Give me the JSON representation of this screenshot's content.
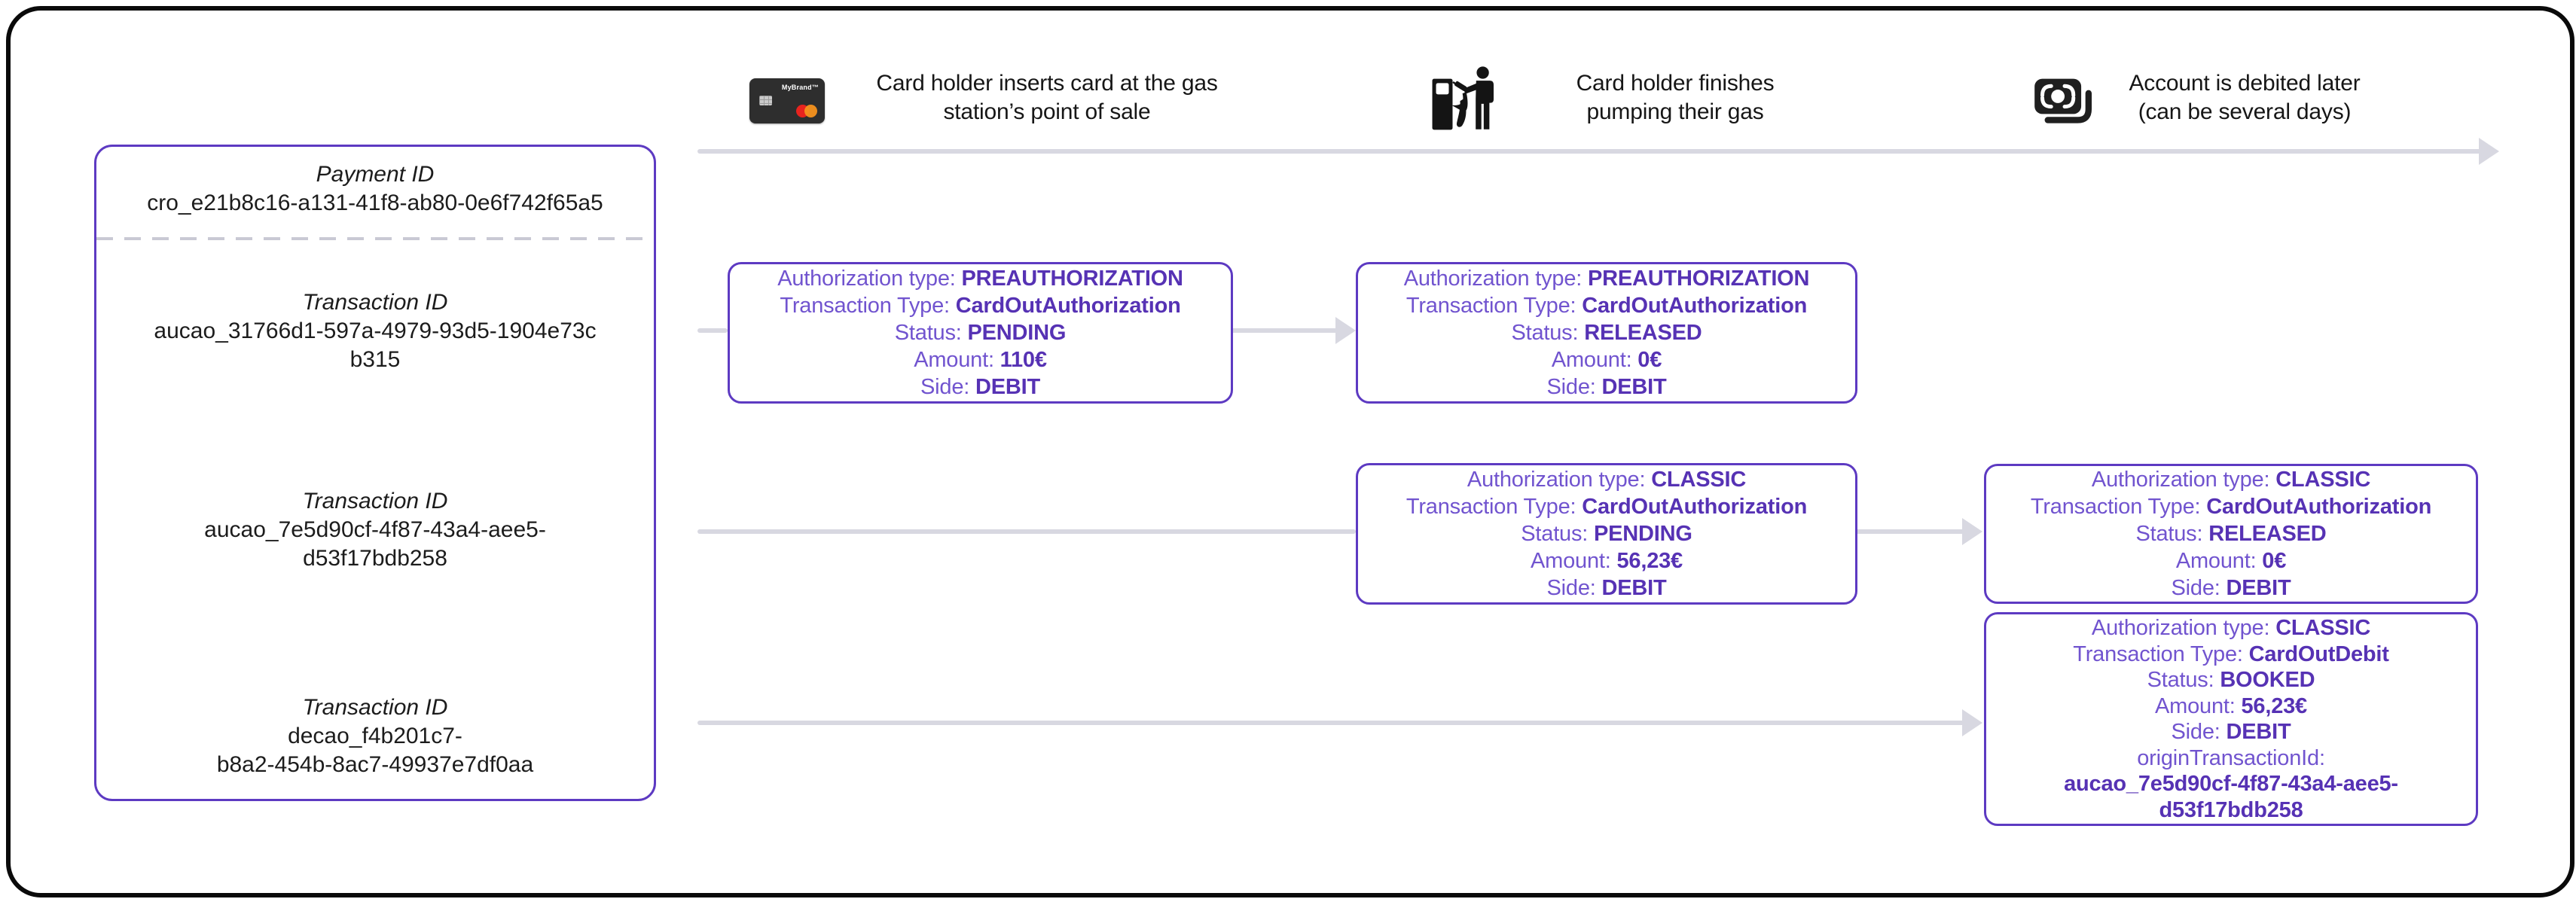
{
  "timeline": {
    "steps": [
      {
        "icon": "credit-card-icon",
        "text": "Card holder inserts card at the gas\nstation’s point of sale"
      },
      {
        "icon": "gas-pump-icon",
        "text": "Card holder finishes\npumping their gas"
      },
      {
        "icon": "banknote-icon",
        "text": "Account is debited later\n(can be several days)"
      }
    ]
  },
  "card": {
    "brand_label": "MyBrand™"
  },
  "panel": {
    "payment": {
      "label": "Payment ID",
      "id": "cro_e21b8c16-a131-41f8-ab80-0e6f742f65a5"
    },
    "transactions": [
      {
        "label": "Transaction ID",
        "id": "aucao_31766d1-597a-4979-93d5-1904e73c\nb315"
      },
      {
        "label": "Transaction ID",
        "id": "aucao_7e5d90cf-4f87-43a4-aee5-\nd53f17bdb258"
      },
      {
        "label": "Transaction ID",
        "id": "decao_f4b201c7-\nb8a2-454b-8ac7-49937e7df0aa"
      }
    ]
  },
  "boxes": [
    {
      "name": "preauthorization-pending",
      "lines": [
        {
          "label": "Authorization type:",
          "value": "PREAUTHORIZATION"
        },
        {
          "label": "Transaction Type:",
          "value": "CardOutAuthorization"
        },
        {
          "label": "Status:",
          "value": "PENDING"
        },
        {
          "label": "Amount:",
          "value": "110€"
        },
        {
          "label": "Side:",
          "value": "DEBIT"
        }
      ]
    },
    {
      "name": "preauthorization-released",
      "lines": [
        {
          "label": "Authorization type:",
          "value": "PREAUTHORIZATION"
        },
        {
          "label": "Transaction Type:",
          "value": "CardOutAuthorization"
        },
        {
          "label": "Status:",
          "value": "RELEASED"
        },
        {
          "label": "Amount:",
          "value": "0€"
        },
        {
          "label": "Side:",
          "value": "DEBIT"
        }
      ]
    },
    {
      "name": "classic-pending",
      "lines": [
        {
          "label": "Authorization type:",
          "value": "CLASSIC"
        },
        {
          "label": "Transaction Type:",
          "value": "CardOutAuthorization"
        },
        {
          "label": "Status:",
          "value": "PENDING"
        },
        {
          "label": "Amount:",
          "value": "56,23€"
        },
        {
          "label": "Side:",
          "value": "DEBIT"
        }
      ]
    },
    {
      "name": "classic-released",
      "lines": [
        {
          "label": "Authorization type:",
          "value": "CLASSIC"
        },
        {
          "label": "Transaction Type:",
          "value": "CardOutAuthorization"
        },
        {
          "label": "Status:",
          "value": "RELEASED"
        },
        {
          "label": "Amount:",
          "value": "0€"
        },
        {
          "label": "Side:",
          "value": "DEBIT"
        }
      ]
    },
    {
      "name": "classic-booked-debit",
      "lines": [
        {
          "label": "Authorization type:",
          "value": "CLASSIC"
        },
        {
          "label": "Transaction Type:",
          "value": "CardOutDebit"
        },
        {
          "label": "Status:",
          "value": "BOOKED"
        },
        {
          "label": "Amount:",
          "value": "56,23€"
        },
        {
          "label": "Side:",
          "value": "DEBIT"
        },
        {
          "label": "originTransactionId:"
        },
        {
          "value": "aucao_7e5d90cf-4f87-43a4-aee5-"
        },
        {
          "value": "d53f17bdb258"
        }
      ]
    }
  ],
  "colors": {
    "purple_border": "#5d3ac2",
    "purple_label": "#7154cf",
    "purple_value": "#5632b4",
    "connector_gray": "#d8d8e1",
    "card_black": "#2e2e2e",
    "mastercard_red": "#e8231e",
    "mastercard_orange": "#f6921e"
  }
}
